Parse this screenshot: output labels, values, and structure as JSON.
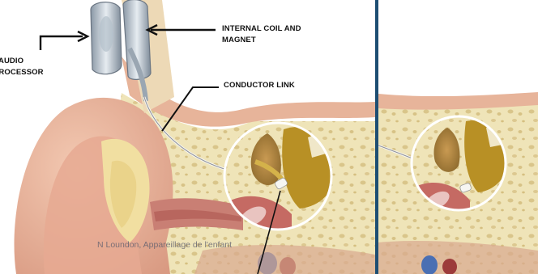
{
  "labels": {
    "audio_processor": [
      "AUDIO",
      "PROCESSOR"
    ],
    "internal_coil": [
      "INTERNAL COIL AND",
      "MAGNET"
    ],
    "conductor_link": "CONDUCTOR LINK"
  },
  "credit": "N Loundon, Appareillage de l'enfant",
  "colors": {
    "divider": "#1d4e73",
    "bone_cream": "#eee2b4",
    "tissue_pink": "#e8b69e",
    "ossicle_gold": "#b99a1a"
  }
}
